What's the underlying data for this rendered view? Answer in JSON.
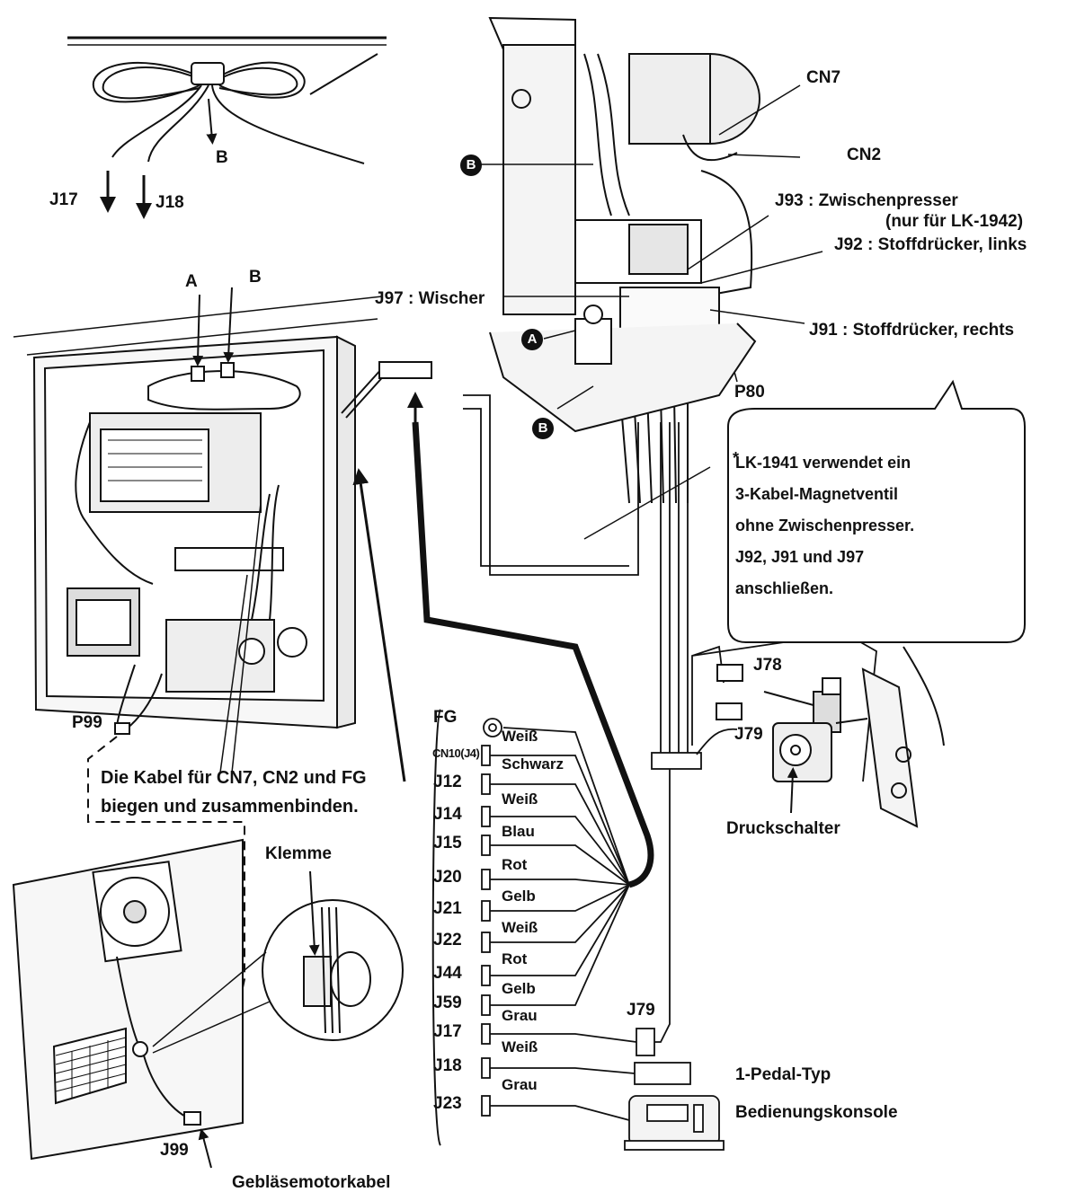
{
  "top_detail": {
    "clamp_label": "B",
    "arrow_left_label": "J17",
    "arrow_right_label": "J18"
  },
  "control_box": {
    "clamp_a_label": "A",
    "clamp_b_label": "B",
    "p99_label": "P99",
    "bend_note_line1": "Die Kabel für CN7, CN2 und FG",
    "bend_note_line2": "biegen und zusammenbinden."
  },
  "fan_panel": {
    "clamp_label": "Klemme",
    "j99_label": "J99",
    "fan_cable_label": "Gebläsemotorkabel"
  },
  "machine_head": {
    "cn7": "CN7",
    "cn2": "CN2",
    "j93_line1": "J93 : Zwischenpresser",
    "j93_line2": "(nur für LK-1942)",
    "j92": "J92 : Stoffdrücker, links",
    "j97": "J97 : Wischer",
    "j91": "J91 : Stoffdrücker, rechts",
    "p80": "P80",
    "badge_a": "A",
    "badge_b": "B"
  },
  "note_bubble": {
    "marker": "*",
    "lines": [
      "LK-1941 verwendet ein",
      "3-Kabel-Magnetventil",
      "ohne Zwischenpresser.",
      "J92, J91 und J97",
      "anschließen."
    ]
  },
  "pneumatics": {
    "j78": "J78",
    "j79": "J79",
    "pressure_switch": "Druckschalter"
  },
  "connectors": [
    {
      "id": "FG",
      "color": ""
    },
    {
      "id": "CN10(J4)",
      "color": "Weiß"
    },
    {
      "id": "J12",
      "color": "Schwarz"
    },
    {
      "id": "J14",
      "color": "Weiß"
    },
    {
      "id": "J15",
      "color": "Blau"
    },
    {
      "id": "J20",
      "color": "Rot"
    },
    {
      "id": "J21",
      "color": "Gelb"
    },
    {
      "id": "J22",
      "color": "Weiß"
    },
    {
      "id": "J44",
      "color": "Rot"
    },
    {
      "id": "J59",
      "color": "Gelb"
    },
    {
      "id": "J17",
      "color": "Grau"
    },
    {
      "id": "J18",
      "color": "Weiß"
    },
    {
      "id": "J23",
      "color": "Grau"
    }
  ],
  "peripherals": {
    "j79_label": "J79",
    "pedal_label": "1-Pedal-Typ",
    "console_label": "Bedienungskonsole"
  }
}
